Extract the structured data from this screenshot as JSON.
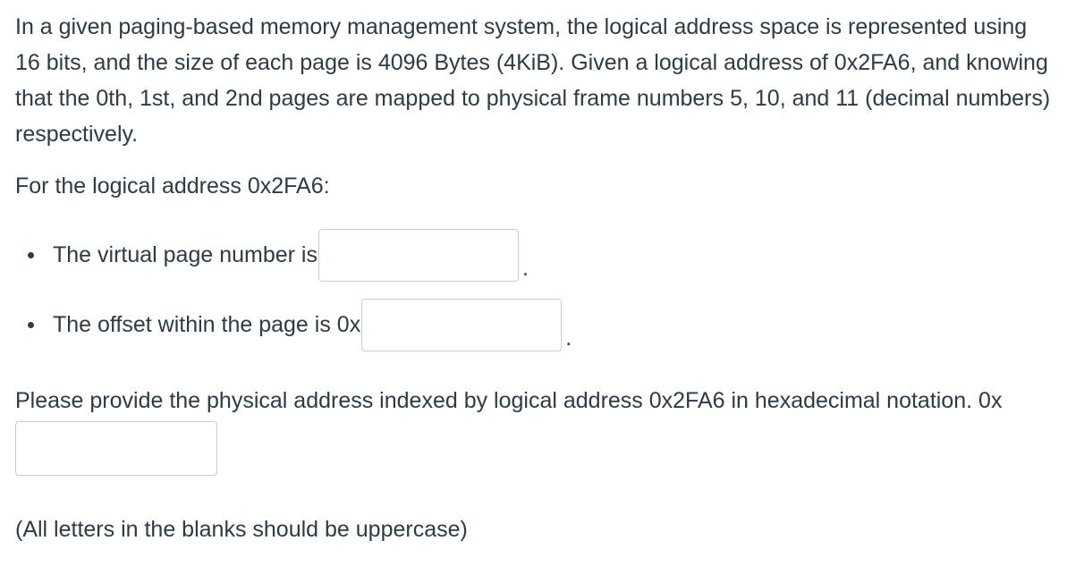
{
  "question": {
    "intro": "In a given paging-based memory management system, the logical address space is represented using 16 bits, and the size of each page is 4096 Bytes (4KiB). Given a logical address of 0x2FA6, and knowing that the 0th, 1st, and 2nd pages are mapped to physical frame numbers 5, 10, and 11 (decimal numbers) respectively.",
    "lead": "For the logical address 0x2FA6:",
    "bullets": [
      {
        "text": "The virtual page number is",
        "value": "",
        "suffix": "."
      },
      {
        "text": "The offset within the page is 0x",
        "value": "",
        "suffix": "."
      }
    ],
    "physical_prompt": "Please provide the physical address indexed by logical address 0x2FA6 in hexadecimal notation. 0x",
    "physical_value": "",
    "note": "(All letters in the blanks should be uppercase)"
  }
}
